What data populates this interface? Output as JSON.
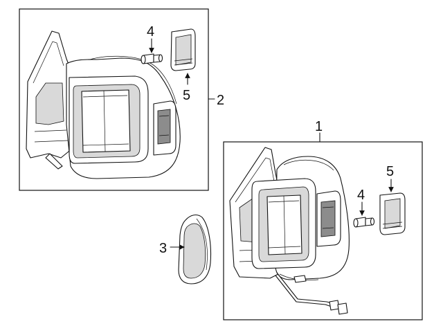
{
  "callouts": {
    "c1": "1",
    "c2": "2",
    "c3": "3",
    "c4_top": "4",
    "c4_bottom": "4",
    "c5_top": "5",
    "c5_bottom": "5"
  }
}
